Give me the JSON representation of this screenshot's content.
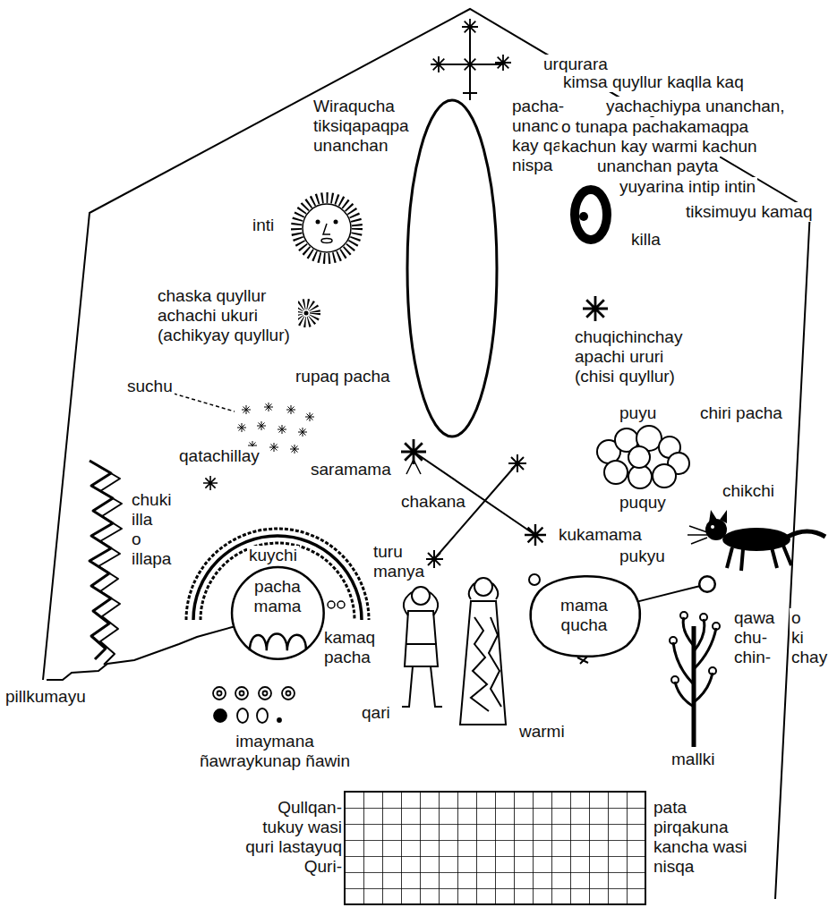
{
  "diagram": {
    "nodes": [
      {
        "text": [
          "pacha mama"
        ]
      },
      {
        "text": [
          "mama qucha"
        ]
      },
      {
        "text": [
          "pukyu"
        ]
      }
    ],
    "edges": [
      {
        "from": 1,
        "to": 2,
        "arrow": "none"
      }
    ],
    "labels": [
      "urqurara",
      "kimsa quyllur kaqlla kaq",
      "Wiraqucha tiksiqapaqpa unanchan",
      "pacha- unanchan kay qari nispa",
      "yachachiypa unanchan,",
      "o tunapa pachakamaqpa",
      "kachun kay warmi kachun",
      "unanchan payta",
      "yuyarina intip intin",
      "tiksimuyu kamaq",
      "inti",
      "killa",
      "chaska quyllur achachi ukuri (achikyay quyllur)",
      "chuqichinchay apachi ururi (chisi quyllur)",
      "rupaq pacha",
      "chiri pacha",
      "suchu",
      "puyu",
      "puquy",
      "qatachillay",
      "saramama",
      "chakana",
      "kukamama",
      "chikchi",
      "chuki illa o illapa",
      "kuychi",
      "turu manya",
      "kamaq pacha",
      "qawa chu- chin-",
      "o ki chay",
      "pillkumayu",
      "imaymana ñawraykunap ñawin",
      "qari",
      "warmi",
      "mallki",
      "Qullqan- tukuy wasi quri lastayuq Quri-",
      "pata pirqakuna kancha wasi nisqa"
    ]
  }
}
